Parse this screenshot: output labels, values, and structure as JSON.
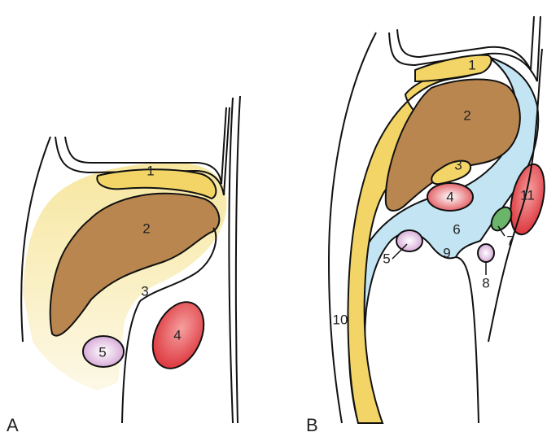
{
  "panels": [
    {
      "label": "A",
      "structures": [
        "1",
        "2",
        "3",
        "4",
        "5"
      ]
    },
    {
      "label": "B",
      "structures": [
        "1",
        "2",
        "3",
        "4",
        "5",
        "6",
        "7",
        "8",
        "9",
        "10",
        "11"
      ]
    }
  ],
  "colors": {
    "yellow": "#f2d566",
    "yellow_pale": "#f8ecb4",
    "brown": "#b9864f",
    "red": "#e13c3c",
    "pink": "#dcb0dc",
    "blue": "#c3e4f2",
    "green": "#6bb56a",
    "outline": "#111111"
  },
  "icons": [
    "cross-section-diagram"
  ]
}
